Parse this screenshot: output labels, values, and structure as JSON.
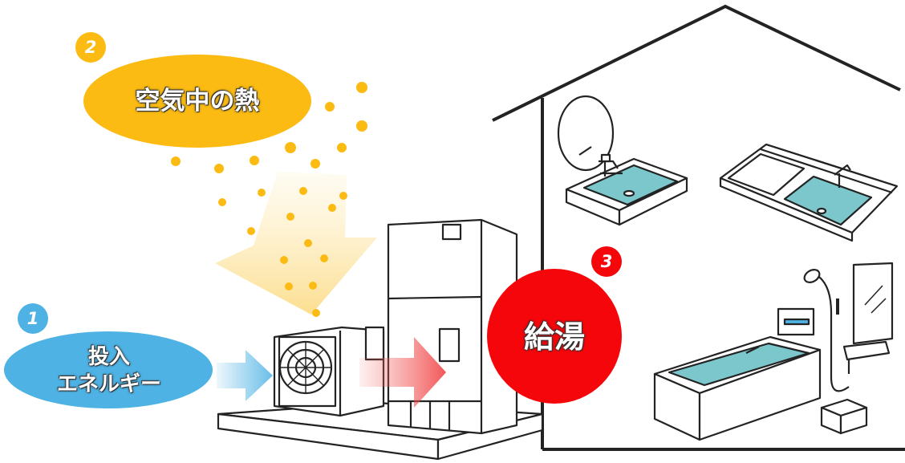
{
  "steps": [
    {
      "number": "1",
      "label_line1": "投入",
      "label_line2": "エネルギー"
    },
    {
      "number": "2",
      "label": "空気中の熱"
    },
    {
      "number": "3",
      "label": "給湯"
    }
  ],
  "colors": {
    "step1": "#4eb2e4",
    "step2": "#fbbb12",
    "step3": "#f4060a",
    "water": "#7cc7cb",
    "outline": "#232323"
  }
}
